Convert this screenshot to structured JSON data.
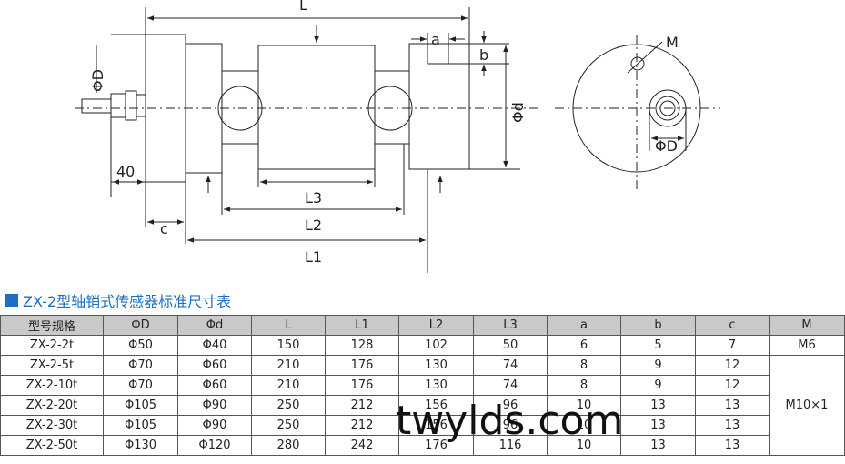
{
  "drawing": {
    "labels": {
      "L": "L",
      "a": "a",
      "b": "b",
      "PhiD_side": "ΦD",
      "phid": "Φd",
      "forty": "40",
      "c": "c",
      "L3": "L3",
      "L2": "L2",
      "L1": "L1",
      "M": "M",
      "PhiD_end": "ΦD"
    }
  },
  "section": {
    "title": "ZX-2型轴销式传感器标准尺寸表"
  },
  "table": {
    "headers": [
      "型号规格",
      "ΦD",
      "Φd",
      "L",
      "L1",
      "L2",
      "L3",
      "a",
      "b",
      "c",
      "M"
    ],
    "rows": [
      [
        "ZX-2-2t",
        "Φ50",
        "Φ40",
        "150",
        "128",
        "102",
        "50",
        "6",
        "5",
        "7"
      ],
      [
        "ZX-2-5t",
        "Φ70",
        "Φ60",
        "210",
        "176",
        "130",
        "74",
        "8",
        "9",
        "12"
      ],
      [
        "ZX-2-10t",
        "Φ70",
        "Φ60",
        "210",
        "176",
        "130",
        "74",
        "8",
        "9",
        "12"
      ],
      [
        "ZX-2-20t",
        "Φ105",
        "Φ90",
        "250",
        "212",
        "156",
        "96",
        "10",
        "13",
        "13"
      ],
      [
        "ZX-2-30t",
        "Φ105",
        "Φ90",
        "250",
        "212",
        "156",
        "96",
        "10",
        "13",
        "13"
      ],
      [
        "ZX-2-50t",
        "Φ130",
        "Φ120",
        "280",
        "242",
        "176",
        "116",
        "10",
        "13",
        "13"
      ]
    ],
    "m_first": "M6",
    "m_rest": "M10×1"
  },
  "watermark": "twylds.com"
}
